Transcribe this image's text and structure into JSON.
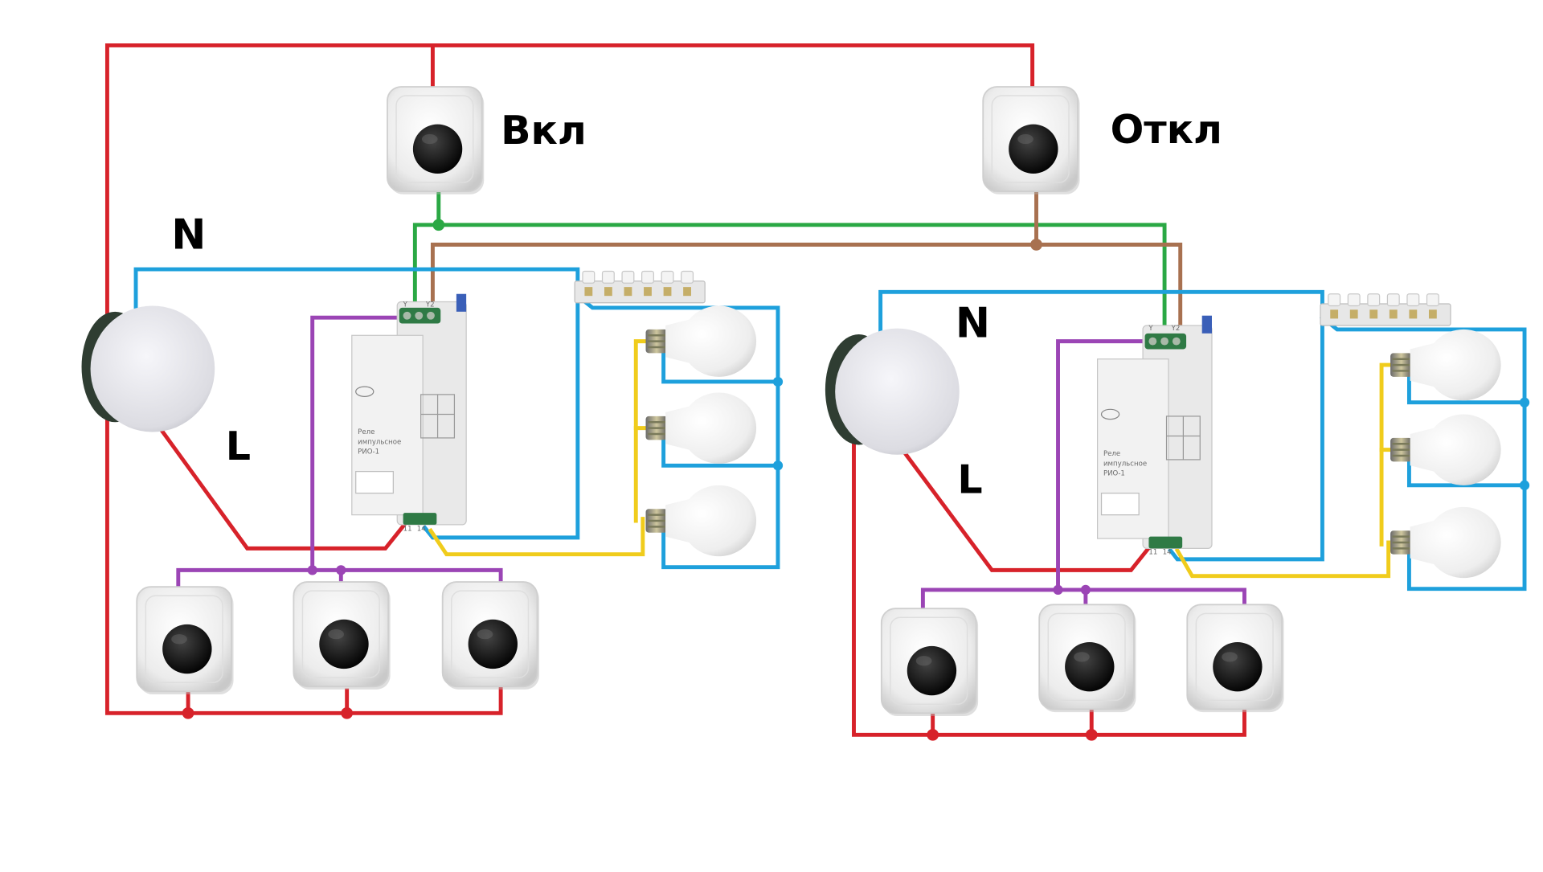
{
  "diagram": {
    "labels": {
      "on_button": "Вкл",
      "off_button": "Откл",
      "neutral_left": "N",
      "phase_left": "L",
      "neutral_right": "N",
      "phase_right": "L"
    },
    "wire_colors": {
      "phase": "#d7222a",
      "neutral": "#1ea0dc",
      "on_control": "#2aa844",
      "off_control": "#a87150",
      "button_bus": "#9b45b5",
      "lamp_feed": "#f0cc1c"
    },
    "relay_text": {
      "brand": "Реле",
      "line1": "импульсное",
      "line2": "РИО-1",
      "terminal_y1": "Y",
      "terminal_y2": "Y2",
      "terminal_11": "11",
      "terminal_14": "14"
    },
    "components": {
      "breakers": 2,
      "relays": 2,
      "lamps_per_group": 3,
      "local_buttons_per_group": 3,
      "terminal_blocks": 2,
      "master_buttons": [
        "on",
        "off"
      ]
    }
  }
}
